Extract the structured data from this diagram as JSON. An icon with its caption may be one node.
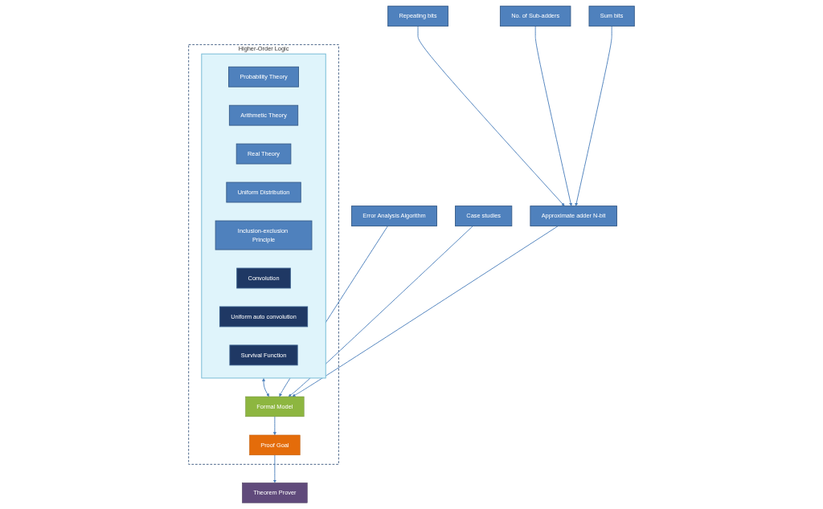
{
  "diagram": {
    "nodes": [
      {
        "text": [
          "Higher-Order Logic"
        ]
      },
      {
        "text": [],
        "shape": "cylinder",
        "in": 0
      },
      {
        "text": [
          "Probability Theory"
        ],
        "in": 1
      },
      {
        "text": [
          "Arithmetic Theory"
        ],
        "in": 1
      },
      {
        "text": [
          "Real Theory"
        ],
        "in": 1
      },
      {
        "text": [
          "Uniform Distribution"
        ],
        "in": 1
      },
      {
        "text": [
          "Inclusion-exclusion Principle"
        ],
        "in": 1
      },
      {
        "text": [
          "Convolution"
        ],
        "in": 1
      },
      {
        "text": [
          "Uniform auto convolution"
        ],
        "in": 1
      },
      {
        "text": [
          "Survival Function"
        ],
        "in": 1
      },
      {
        "text": [
          "Formal Model"
        ],
        "in": 0
      },
      {
        "text": [
          "Proof Goal"
        ],
        "in": 0
      },
      {
        "text": [
          "No. of Sub-adders"
        ]
      },
      {
        "text": [
          "Repeating bits"
        ]
      },
      {
        "text": [
          "Sum bits"
        ]
      },
      {
        "text": [
          "Approximate adder N-bit"
        ]
      },
      {
        "text": [
          "Error Analysis Algorithm"
        ]
      },
      {
        "text": [
          "Case studies"
        ]
      },
      {
        "text": [
          "Theorem Prover"
        ]
      }
    ],
    "edges": [
      {
        "from": 1,
        "to": 10,
        "arrow": "both"
      },
      {
        "from": 10,
        "to": 11,
        "arrow": "to"
      },
      {
        "from": 11,
        "to": 18,
        "arrow": "to"
      },
      {
        "from": 13,
        "to": 15,
        "arrow": "to"
      },
      {
        "from": 12,
        "to": 15,
        "arrow": "to"
      },
      {
        "from": 14,
        "to": 15,
        "arrow": "to"
      },
      {
        "from": 15,
        "to": 10,
        "arrow": "to"
      },
      {
        "from": 16,
        "to": 10,
        "arrow": "to"
      },
      {
        "from": 17,
        "to": 10,
        "arrow": "to"
      }
    ]
  }
}
